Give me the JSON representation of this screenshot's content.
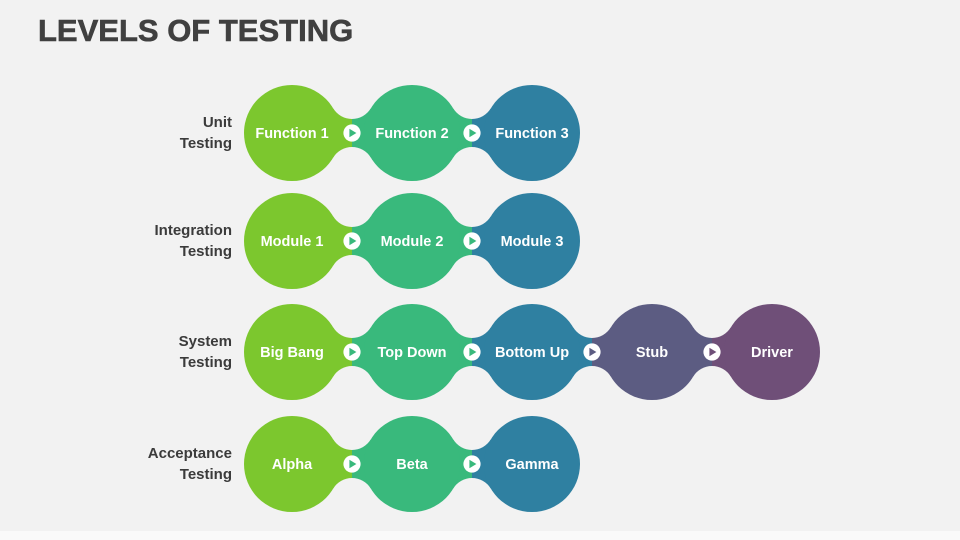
{
  "slide": {
    "title": "LEVELS OF TESTING"
  },
  "colors": {
    "background": "#F2F2F2",
    "title_text": "#404040",
    "row_label_text": "#3B3B3B",
    "node_text": "#FFFFFF",
    "connector_button": "#FFFFFF",
    "lime": "#7CC72E",
    "green": "#39B97C",
    "teal": "#2F80A1",
    "slate": "#5C5C82",
    "plum": "#6F4F78"
  },
  "rows": [
    {
      "label_lines": [
        "Unit",
        "Testing"
      ],
      "nodes": [
        {
          "label": "Function 1",
          "color": "#7CC72E"
        },
        {
          "label": "Function 2",
          "color": "#39B97C"
        },
        {
          "label": "Function 3",
          "color": "#2F80A1"
        }
      ],
      "arrow_colors": [
        "#39B97C",
        "#39B97C"
      ]
    },
    {
      "label_lines": [
        "Integration",
        "Testing"
      ],
      "nodes": [
        {
          "label": "Module 1",
          "color": "#7CC72E"
        },
        {
          "label": "Module 2",
          "color": "#39B97C"
        },
        {
          "label": "Module 3",
          "color": "#2F80A1"
        }
      ],
      "arrow_colors": [
        "#39B97C",
        "#39B97C"
      ]
    },
    {
      "label_lines": [
        "System",
        "Testing"
      ],
      "nodes": [
        {
          "label": "Big Bang",
          "color": "#7CC72E"
        },
        {
          "label": "Top Down",
          "color": "#39B97C"
        },
        {
          "label": "Bottom Up",
          "color": "#2F80A1"
        },
        {
          "label": "Stub",
          "color": "#5C5C82"
        },
        {
          "label": "Driver",
          "color": "#6F4F78"
        }
      ],
      "arrow_colors": [
        "#39B97C",
        "#39B97C",
        "#5C5C82",
        "#6F4F78"
      ]
    },
    {
      "label_lines": [
        "Acceptance",
        "Testing"
      ],
      "nodes": [
        {
          "label": "Alpha",
          "color": "#7CC72E"
        },
        {
          "label": "Beta",
          "color": "#39B97C"
        },
        {
          "label": "Gamma",
          "color": "#2F80A1"
        }
      ],
      "arrow_colors": [
        "#39B97C",
        "#39B97C"
      ]
    }
  ]
}
